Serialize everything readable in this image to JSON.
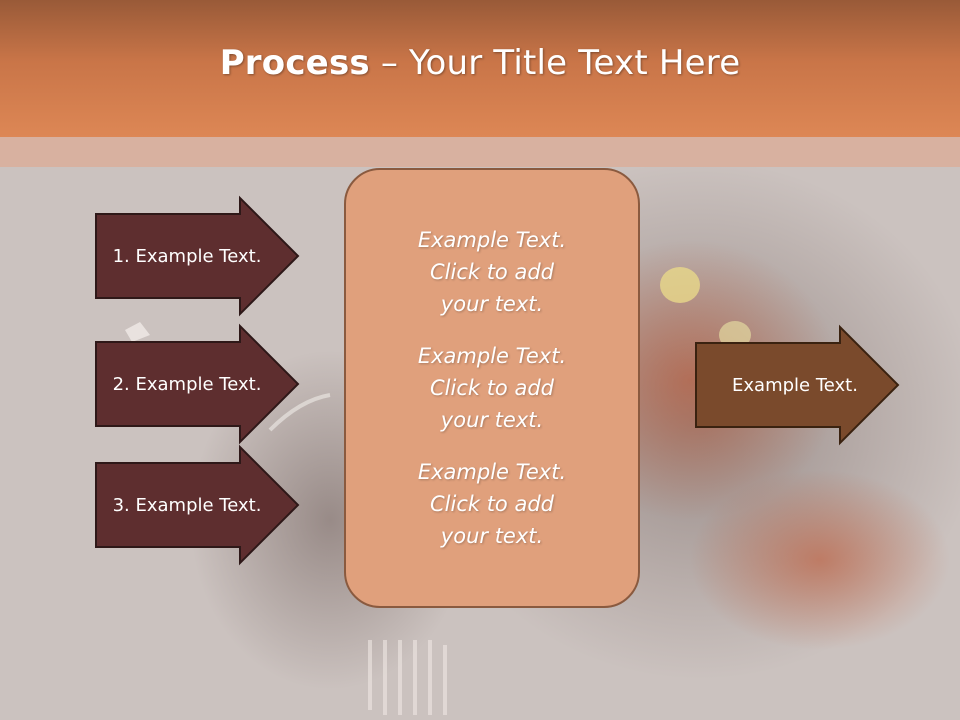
{
  "title": {
    "bold": "Process",
    "rest": " – Your Title Text Here"
  },
  "left_arrows": [
    {
      "label": "1. Example Text."
    },
    {
      "label": "2. Example Text."
    },
    {
      "label": "3. Example Text."
    }
  ],
  "center_box": {
    "items": [
      {
        "line1": "Example Text.",
        "line2": "Click  to add",
        "line3": "your text."
      },
      {
        "line1": "Example Text.",
        "line2": "Click  to add",
        "line3": "your text."
      },
      {
        "line1": "Example Text.",
        "line2": "Click  to add",
        "line3": "your text."
      }
    ]
  },
  "right_arrow": {
    "label": "Example Text."
  },
  "colors": {
    "header": "#d17e50",
    "band": "#d8b1a0",
    "background": "#cbc2bf",
    "left_arrow_fill": "#5e2e2f",
    "right_arrow_fill": "#7a4a2c",
    "center_box_fill": "#e0a07c"
  }
}
